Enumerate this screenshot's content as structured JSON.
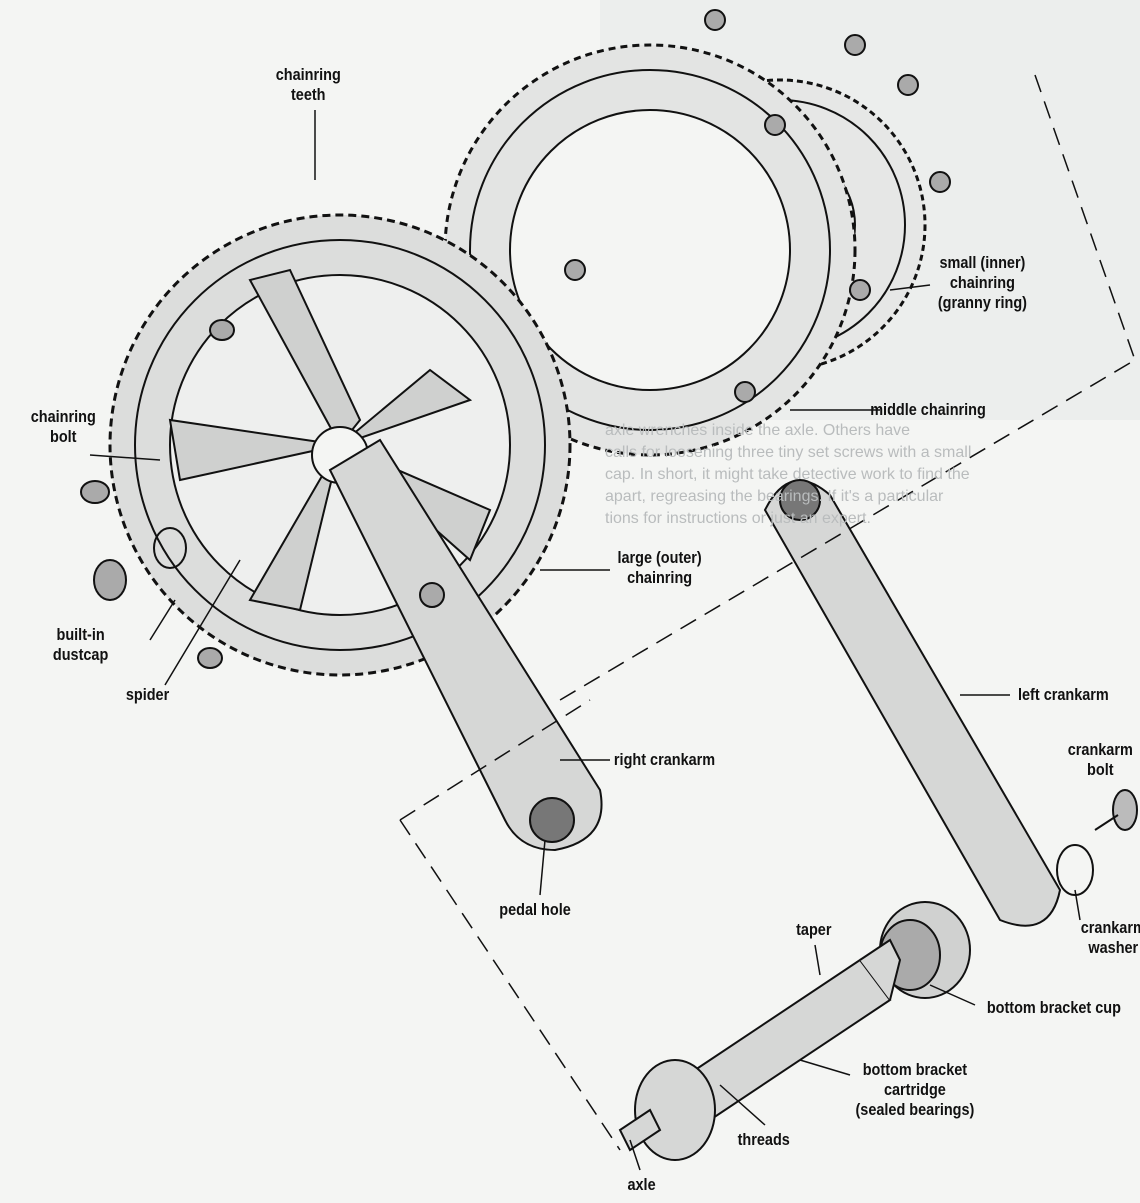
{
  "background_text": [
    "axle wrenches inside the axle. Others have",
    "calls for loosening three tiny set screws with a small",
    "cap. In short, it might take detective work to find the",
    "apart, regreasing the bearings. If it's a particular",
    "tions for instructions or just an expert."
  ],
  "labels": {
    "chainring_teeth": [
      "chainring",
      "teeth"
    ],
    "small_chainring": [
      "small (inner)",
      "chainring",
      "(granny ring)"
    ],
    "middle_chainring": [
      "middle chainring"
    ],
    "chainring_bolt": [
      "chainring",
      "bolt"
    ],
    "large_chainring": [
      "large (outer)",
      "chainring"
    ],
    "dustcap": [
      "built-in",
      "dustcap"
    ],
    "spider": [
      "spider"
    ],
    "left_crankarm": [
      "left crankarm"
    ],
    "crankarm_bolt": [
      "crankarm",
      "bolt"
    ],
    "right_crankarm": [
      "right crankarm"
    ],
    "pedal_hole": [
      "pedal hole"
    ],
    "crankarm_washer": [
      "crankarm",
      "washer"
    ],
    "taper": [
      "taper"
    ],
    "bb_cup": [
      "bottom bracket cup"
    ],
    "bb_cartridge": [
      "bottom bracket",
      "cartridge",
      "(sealed bearings)"
    ],
    "threads": [
      "threads"
    ],
    "axle": [
      "axle"
    ]
  },
  "colors": {
    "ink": "#111111",
    "metal": "#d9dadb",
    "page": "#f4f5f3"
  }
}
